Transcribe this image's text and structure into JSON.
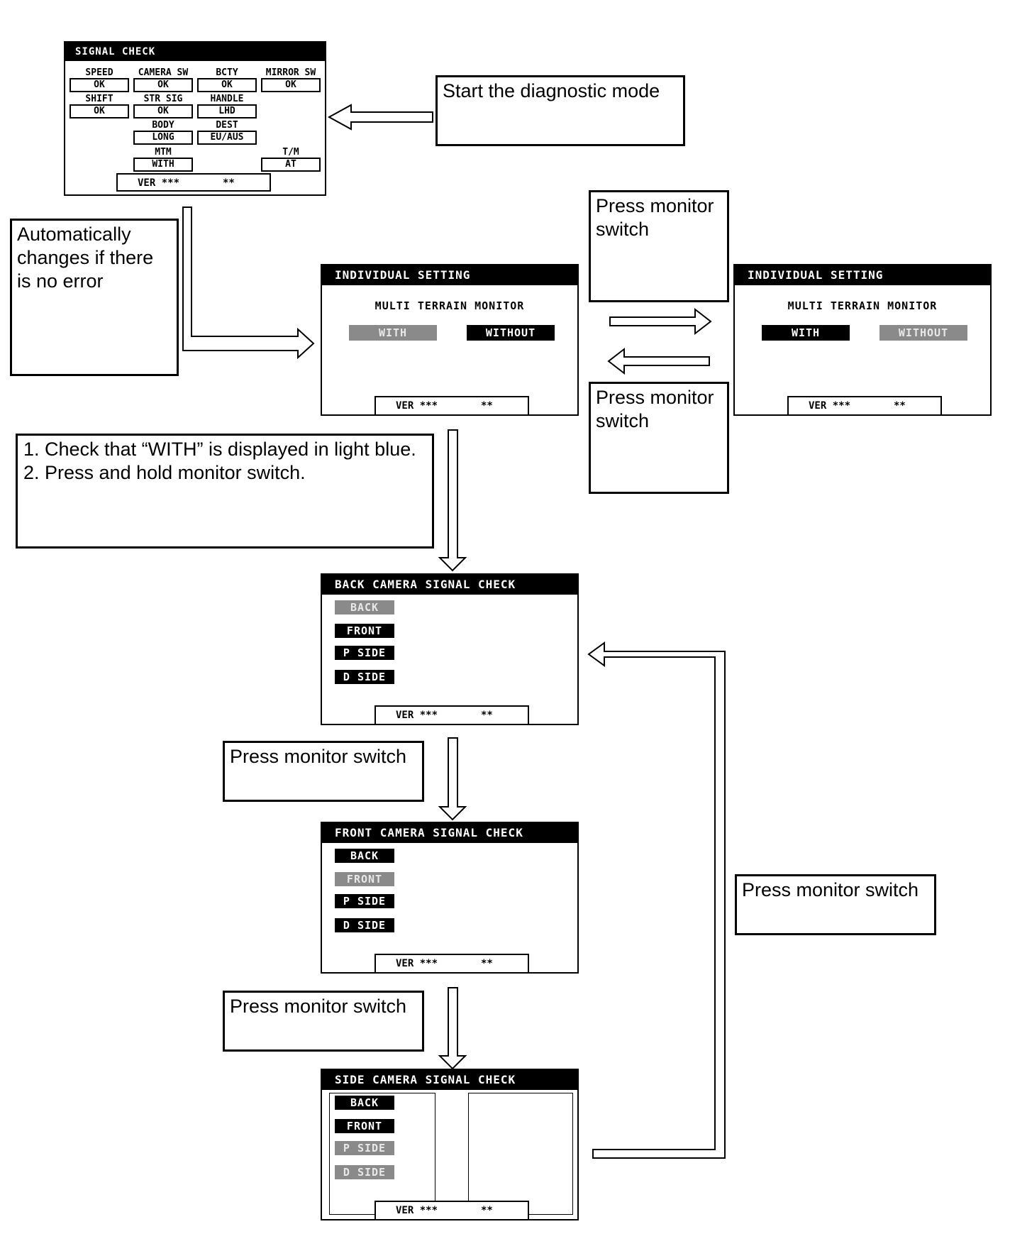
{
  "signal_check": {
    "title": "SIGNAL CHECK",
    "cells": [
      {
        "label": "SPEED",
        "value": "OK"
      },
      {
        "label": "CAMERA SW",
        "value": "OK"
      },
      {
        "label": "BCTY",
        "value": "OK"
      },
      {
        "label": "MIRROR SW",
        "value": "OK"
      },
      {
        "label": "SHIFT",
        "value": "OK"
      },
      {
        "label": "STR SIG",
        "value": "OK"
      },
      {
        "label": "HANDLE",
        "value": "LHD"
      },
      {
        "label": "BODY",
        "value": "LONG"
      },
      {
        "label": "DEST",
        "value": "EU/AUS"
      },
      {
        "label": "MTM",
        "value": "WITH"
      },
      {
        "label": "T/M",
        "value": "AT"
      }
    ],
    "ver": "VER ***",
    "ver_suffix": "**"
  },
  "individual_setting_1": {
    "title": "INDIVIDUAL SETTING",
    "label": "MULTI TERRAIN MONITOR",
    "with": "WITH",
    "without": "WITHOUT",
    "ver": "VER ***",
    "ver_suffix": "**"
  },
  "individual_setting_2": {
    "title": "INDIVIDUAL SETTING",
    "label": "MULTI TERRAIN MONITOR",
    "with": "WITH",
    "without": "WITHOUT",
    "ver": "VER ***",
    "ver_suffix": "**"
  },
  "back_camera": {
    "title": "BACK CAMERA SIGNAL CHECK",
    "items": [
      "BACK",
      "FRONT",
      "P SIDE",
      "D SIDE"
    ],
    "ver": "VER ***",
    "ver_suffix": "**"
  },
  "front_camera": {
    "title": "FRONT CAMERA SIGNAL CHECK",
    "items": [
      "BACK",
      "FRONT",
      "P SIDE",
      "D SIDE"
    ],
    "ver": "VER ***",
    "ver_suffix": "**"
  },
  "side_camera": {
    "title": "SIDE CAMERA SIGNAL CHECK",
    "items": [
      "BACK",
      "FRONT",
      "P SIDE",
      "D SIDE"
    ],
    "ver": "VER ***",
    "ver_suffix": "**"
  },
  "notes": {
    "start": "Start the diagnostic mode",
    "auto": "Automatically changes if there is no error",
    "press_right": "Press monitor switch",
    "press_left": "Press monitor switch",
    "check": "1. Check that “WITH” is displayed in light blue.\n2. Press and hold monitor switch.",
    "press_back_to_front": "Press monitor switch",
    "press_front_to_side": "Press monitor switch",
    "press_side_to_back": "Press monitor switch"
  },
  "colors": {
    "highlight_grey": "#8a8a8a",
    "black": "#000000"
  }
}
